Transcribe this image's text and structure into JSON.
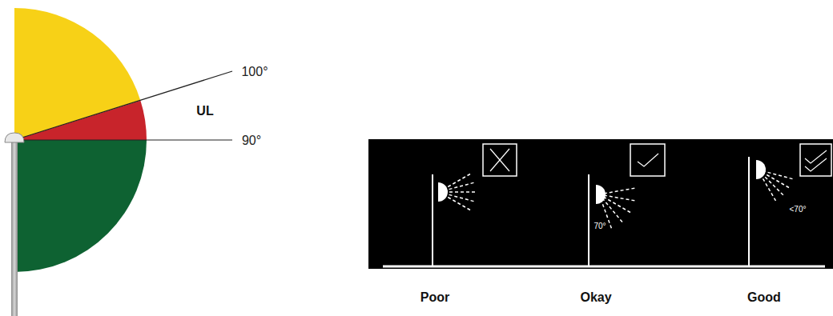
{
  "diagram": {
    "labels": [
      "100°",
      "UL",
      "90°",
      "70°",
      "<70°",
      "Poor",
      "Okay",
      "Good"
    ]
  }
}
